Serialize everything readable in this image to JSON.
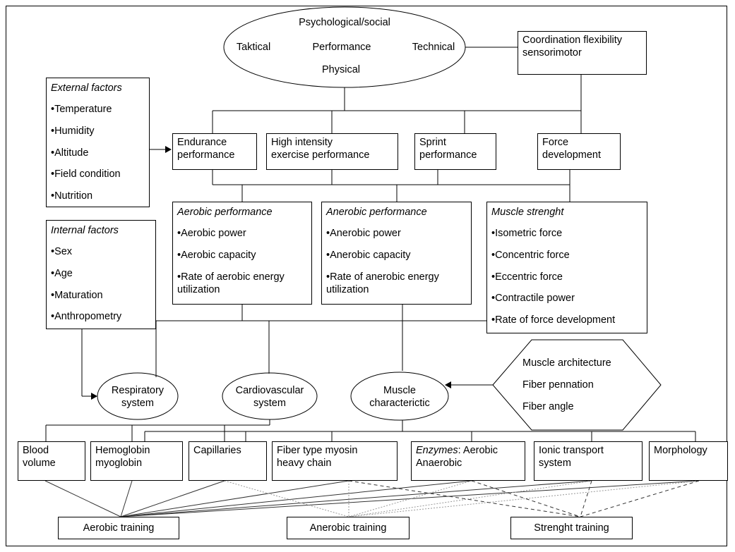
{
  "performance_ellipse": {
    "top": "Psychological/social",
    "left": "Taktical",
    "center": "Performance",
    "right": "Technical",
    "bottom": "Physical"
  },
  "coordination": {
    "line1": "Coordination flexibility",
    "line2": "sensorimotor"
  },
  "external_factors": {
    "title": "External factors",
    "items": [
      "•Temperature",
      "•Humidity",
      "•Altitude",
      "•Field condition",
      "•Nutrition"
    ]
  },
  "internal_factors": {
    "title": "Internal factors",
    "items": [
      "•Sex",
      "•Age",
      "•Maturation",
      "•Anthropometry"
    ]
  },
  "performance_types": [
    {
      "line1": "Endurance",
      "line2": "performance"
    },
    {
      "line1": "High intensity",
      "line2": "exercise performance"
    },
    {
      "line1": "Sprint",
      "line2": "performance"
    },
    {
      "line1": "Force",
      "line2": "development"
    }
  ],
  "aerobic_performance": {
    "title": "Aerobic performance",
    "items": [
      "•Aerobic power",
      "•Aerobic capacity",
      "•Rate of aerobic energy utilization"
    ]
  },
  "anaerobic_performance": {
    "title": "Anerobic performance",
    "items": [
      "•Anerobic power",
      "•Anerobic capacity",
      "•Rate of anerobic energy utilization"
    ]
  },
  "muscle_strength": {
    "title": "Muscle strenght",
    "items": [
      "•Isometric force",
      "•Concentric force",
      "•Eccentric force",
      "•Contractile power",
      "•Rate of force development"
    ]
  },
  "systems": {
    "respiratory": {
      "line1": "Respiratory",
      "line2": "system"
    },
    "cardiovascular": {
      "line1": "Cardiovascular",
      "line2": "system"
    },
    "muscle": {
      "line1": "Muscle",
      "line2": "characterictic"
    }
  },
  "muscle_architecture": {
    "items": [
      "Muscle architecture",
      "Fiber pennation",
      "Fiber angle"
    ]
  },
  "components": [
    {
      "line1": "Blood",
      "line2": "volume"
    },
    {
      "line1": "Hemoglobin",
      "line2": "myoglobin"
    },
    {
      "line1": "Capillaries",
      "line2": ""
    },
    {
      "line1": "Fiber type myosin",
      "line2": "heavy chain"
    },
    {
      "line1_em": "Enzymes",
      "line1_rest": ": Aerobic",
      "line2": "Anaerobic"
    },
    {
      "line1": "Ionic transport",
      "line2": "system"
    },
    {
      "line1": "Morphology",
      "line2": ""
    }
  ],
  "training": [
    "Aerobic training",
    "Anerobic training",
    "Strenght training"
  ]
}
